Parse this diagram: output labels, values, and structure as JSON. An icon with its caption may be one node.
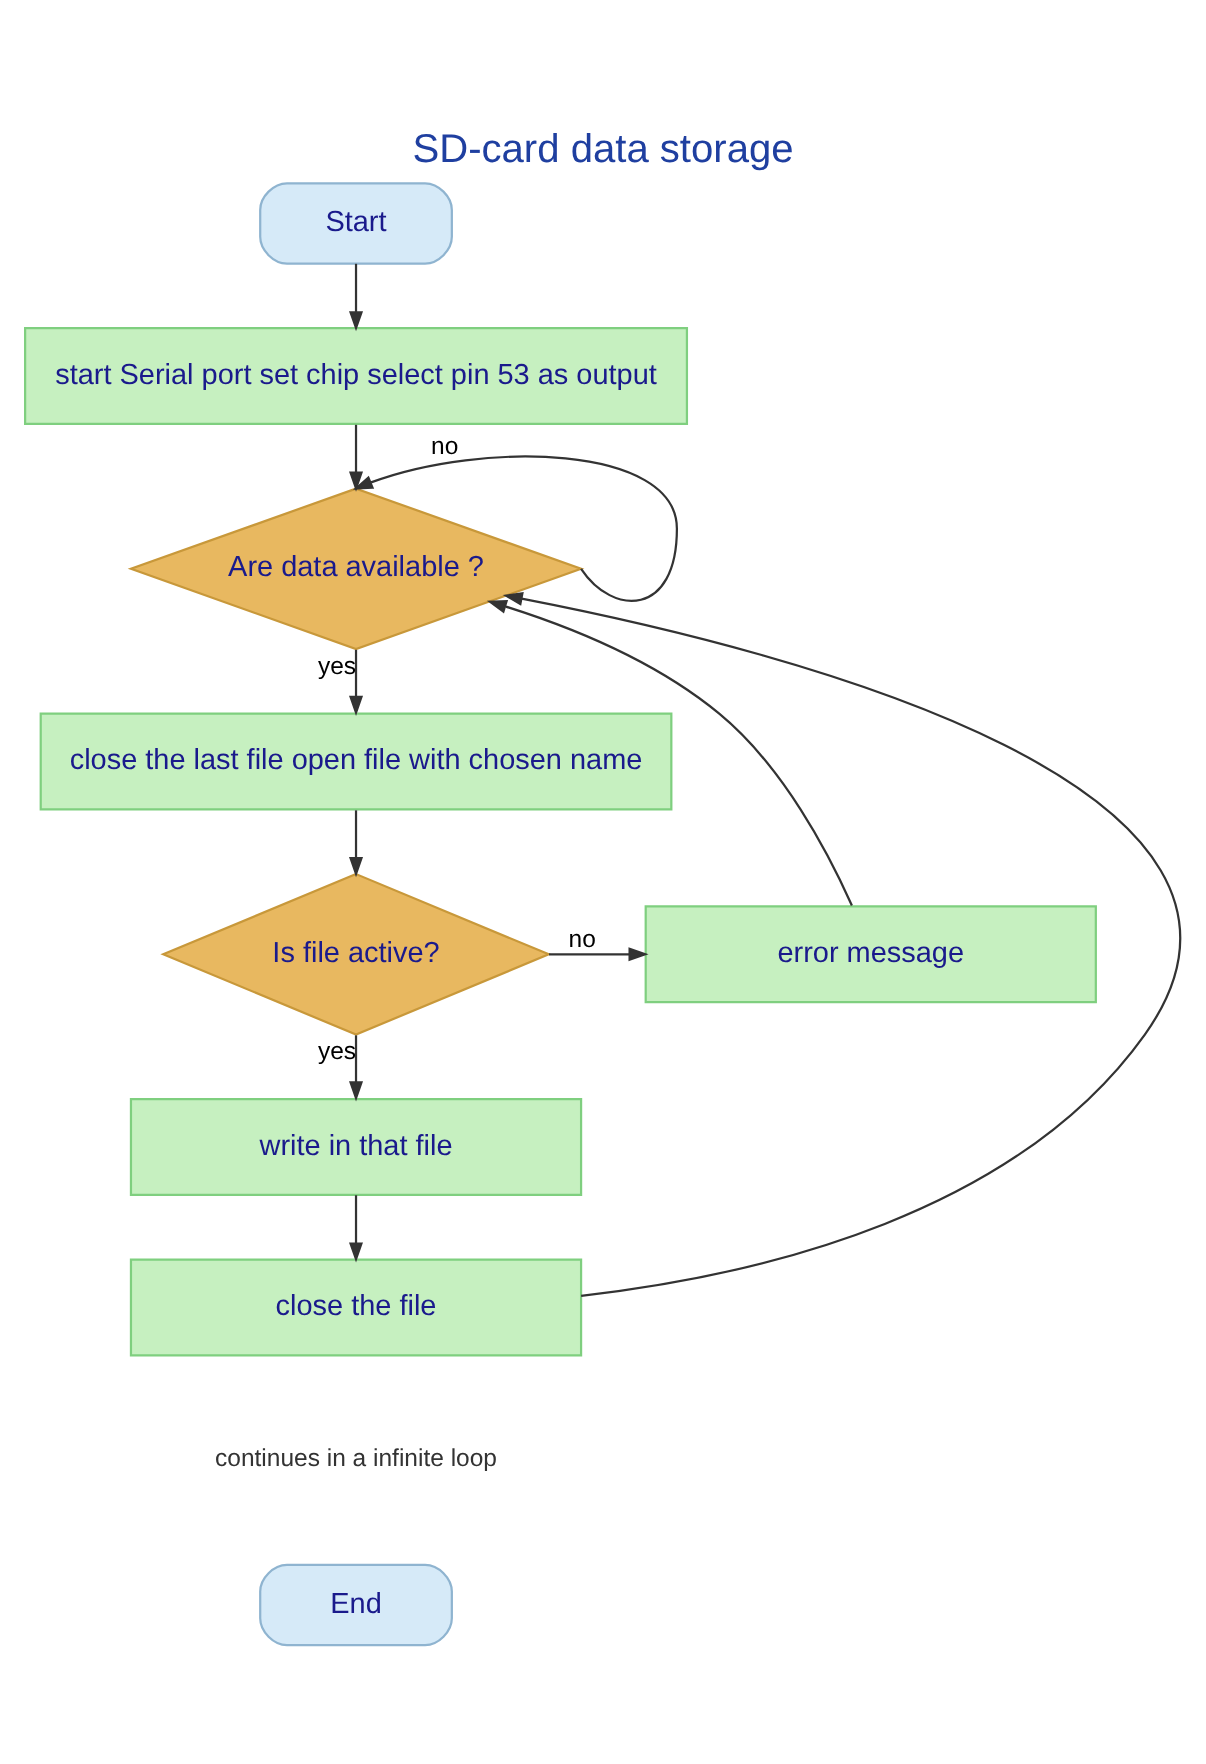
{
  "diagram": {
    "title": "SD-card data storage",
    "nodes": [
      {
        "text": [
          "Start"
        ]
      },
      {
        "text": [
          "start Serial port set chip select pin 53 as output"
        ]
      },
      {
        "text": [
          "Are data available ?"
        ]
      },
      {
        "text": [
          "close the last file open file with chosen name"
        ]
      },
      {
        "text": [
          "Is file active?"
        ]
      },
      {
        "text": [
          "error message"
        ]
      },
      {
        "text": [
          "write in that file"
        ]
      },
      {
        "text": [
          "close the file"
        ]
      },
      {
        "text": [
          "End"
        ]
      }
    ],
    "edges": [
      {
        "from": 0,
        "to": 1,
        "arrow": "to"
      },
      {
        "from": 1,
        "to": 2,
        "arrow": "to"
      },
      {
        "from": 2,
        "to": 2,
        "arrow": "to",
        "label": "no"
      },
      {
        "from": 2,
        "to": 3,
        "arrow": "to",
        "label": "yes"
      },
      {
        "from": 3,
        "to": 4,
        "arrow": "to"
      },
      {
        "from": 4,
        "to": 5,
        "arrow": "to",
        "label": "no"
      },
      {
        "from": 4,
        "to": 6,
        "arrow": "to",
        "label": "yes"
      },
      {
        "from": 6,
        "to": 7,
        "arrow": "to"
      },
      {
        "from": 7,
        "to": 2,
        "arrow": "to"
      },
      {
        "from": 5,
        "to": 2,
        "arrow": "to"
      }
    ],
    "labels": [
      "continues in a infinite loop"
    ]
  }
}
